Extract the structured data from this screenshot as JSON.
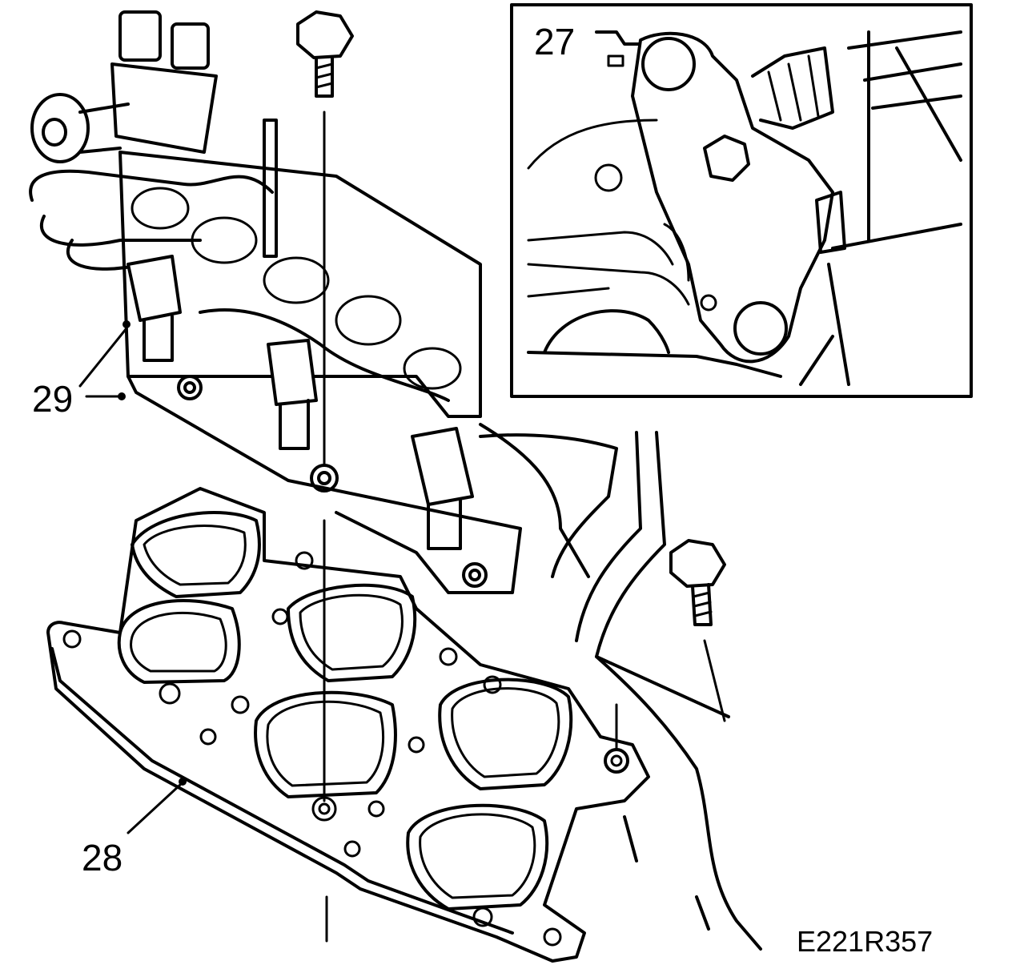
{
  "callouts": {
    "c27": "27",
    "c28": "28",
    "c29": "29"
  },
  "figure_code": "E221R357",
  "colors": {
    "line": "#000000",
    "background": "#ffffff"
  }
}
